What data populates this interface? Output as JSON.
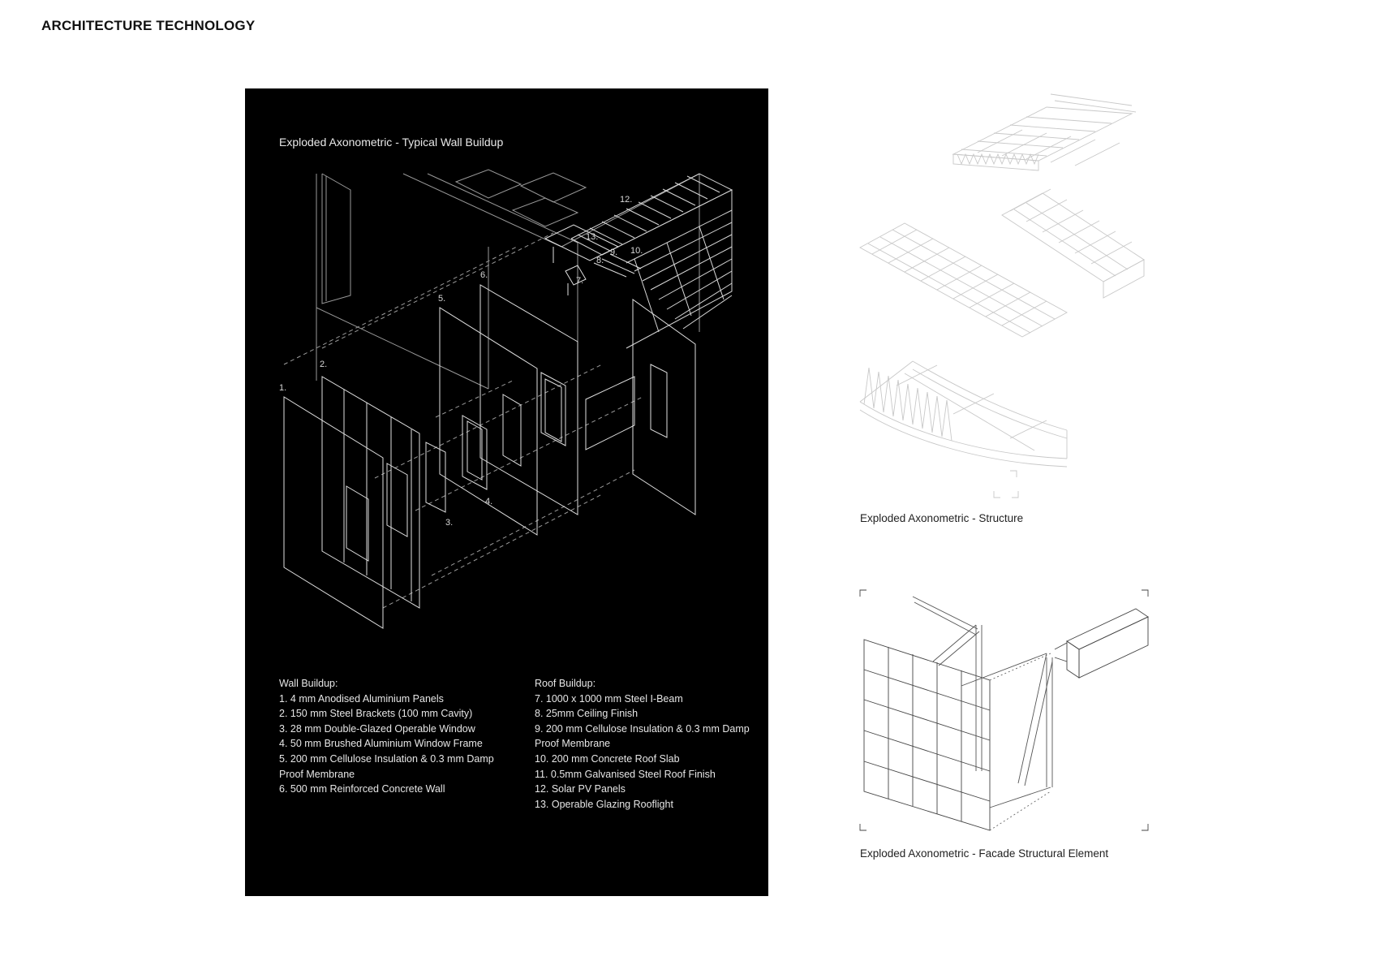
{
  "header": {
    "title": "ARCHITECTURE TECHNOLOGY"
  },
  "wall_panel": {
    "title": "Exploded Axonometric - Typical Wall Buildup",
    "callouts": [
      "1.",
      "2.",
      "3.",
      "4.",
      "5.",
      "6.",
      "7.",
      "8.",
      "9.",
      "10.",
      "12.",
      "13."
    ],
    "wall_buildup": {
      "heading": "Wall Buildup:",
      "items": [
        "1. 4 mm Anodised Aluminium Panels",
        "2. 150 mm Steel Brackets  (100 mm Cavity)",
        "3. 28 mm Double-Glazed Operable Window",
        "4. 50 mm Brushed Aluminium Window Frame",
        "5. 200 mm Cellulose Insulation & 0.3 mm Damp Proof Membrane",
        "6. 500 mm Reinforced Concrete Wall"
      ]
    },
    "roof_buildup": {
      "heading": "Roof Buildup:",
      "items": [
        "7. 1000 x 1000 mm Steel I-Beam",
        "8. 25mm Ceiling Finish",
        "9. 200 mm Cellulose Insulation & 0.3 mm Damp Proof Membrane",
        "10. 200 mm Concrete Roof Slab",
        "11. 0.5mm Galvanised Steel Roof Finish",
        "12.  Solar PV Panels",
        "13. Operable Glazing Rooflight"
      ]
    }
  },
  "structure": {
    "caption": "Exploded Axonometric - Structure"
  },
  "facade": {
    "caption": "Exploded Axonometric - Facade Structural Element"
  },
  "colors": {
    "panel_bg": "#000000",
    "line_white": "#e6e6e6",
    "line_grey": "#c8c8c8"
  }
}
